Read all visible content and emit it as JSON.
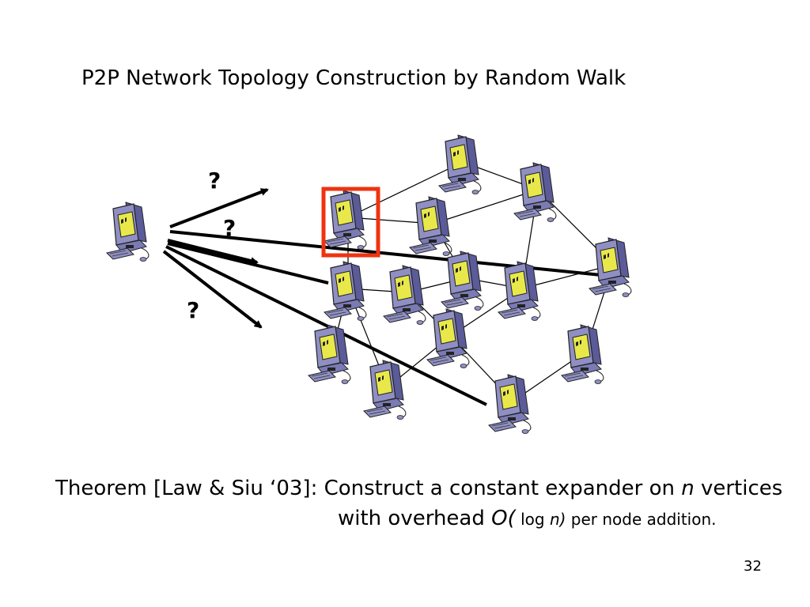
{
  "slide": {
    "title": "P2P Network Topology Construction by Random Walk",
    "question_marks": [
      "?",
      "?",
      "?"
    ],
    "theorem": {
      "line1_a": "Theorem [Law & Siu ‘03]: Construct a constant expander on ",
      "line1_n": "n",
      "line1_b": " vertices",
      "line2_a": "with overhead ",
      "line2_o": "O(",
      "line2_log": " log ",
      "line2_n": "n)",
      "line2_b": " per node addition."
    },
    "page_number": "32"
  },
  "colors": {
    "computer_body": "#8f8fc4",
    "computer_dark": "#5b5b99",
    "screen": "#e8e84a",
    "highlight": "#ee3311",
    "lines": "#000000"
  },
  "icons": {
    "node": "computer-icon",
    "highlight": "highlight-box"
  }
}
